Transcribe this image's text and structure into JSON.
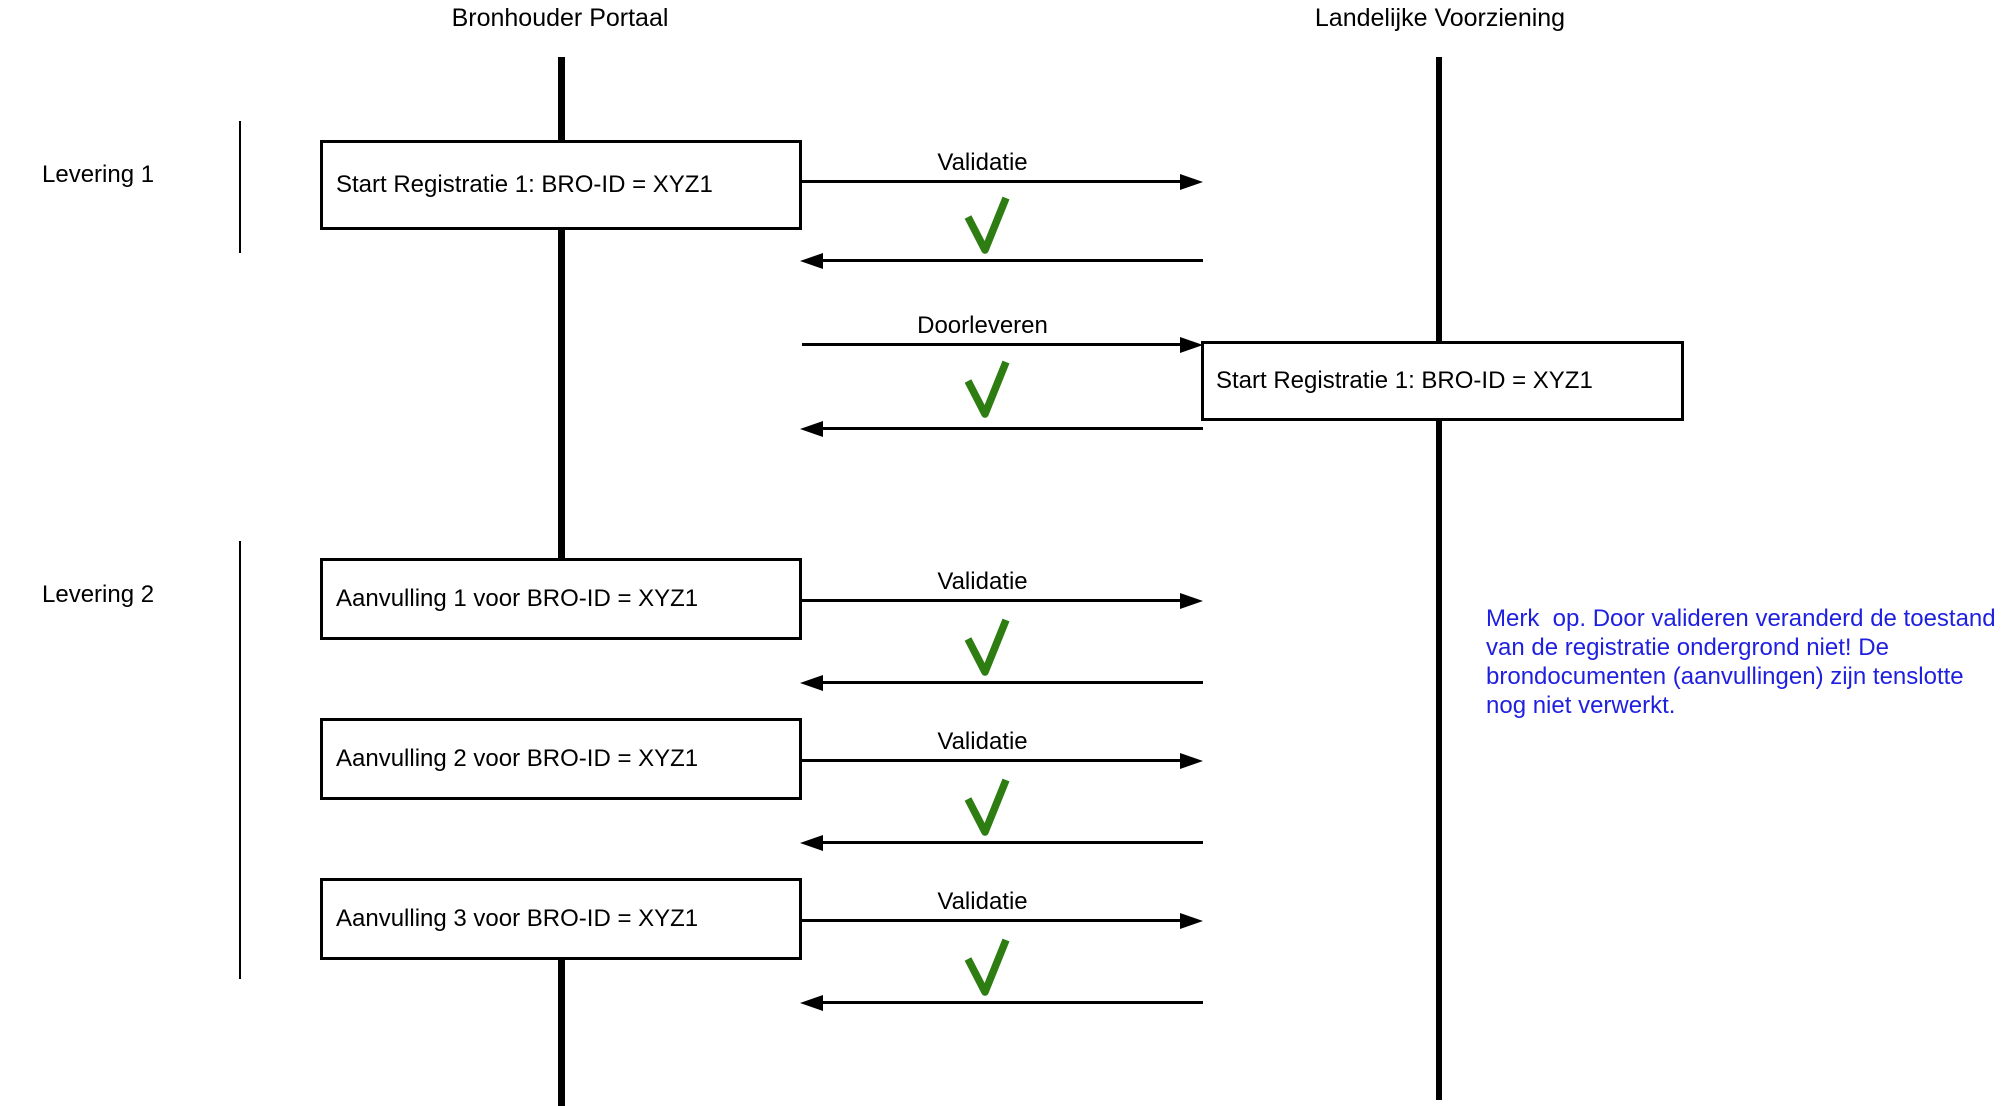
{
  "titles": {
    "left": "Bronhouder Portaal",
    "right": "Landelijke Voorziening"
  },
  "groups": {
    "levering1": "Levering 1",
    "levering2": "Levering 2"
  },
  "levering1": {
    "start_box": "Start Registratie 1: BRO-ID = XYZ1",
    "validatie": "Validatie",
    "doorleveren": "Doorleveren",
    "lv_start_box": "Start Registratie 1: BRO-ID = XYZ1"
  },
  "levering2": {
    "aanvulling1_box": "Aanvulling 1 voor BRO-ID = XYZ1",
    "aanvulling1_validatie": "Validatie",
    "aanvulling2_box": "Aanvulling 2 voor BRO-ID = XYZ1",
    "aanvulling2_validatie": "Validatie",
    "aanvulling3_box": "Aanvulling 3 voor BRO-ID = XYZ1",
    "aanvulling3_validatie": "Validatie"
  },
  "note": {
    "text": "Merk  op. Door valideren veranderd de toestand\nvan de registratie ondergrond niet! De\nbrondocumenten (aanvullingen) zijn tenslotte\nnog niet verwerkt."
  },
  "colors": {
    "checkmark_green": "#2e7d12",
    "note_blue": "#1f1fe0",
    "diagram_black": "#000000"
  }
}
